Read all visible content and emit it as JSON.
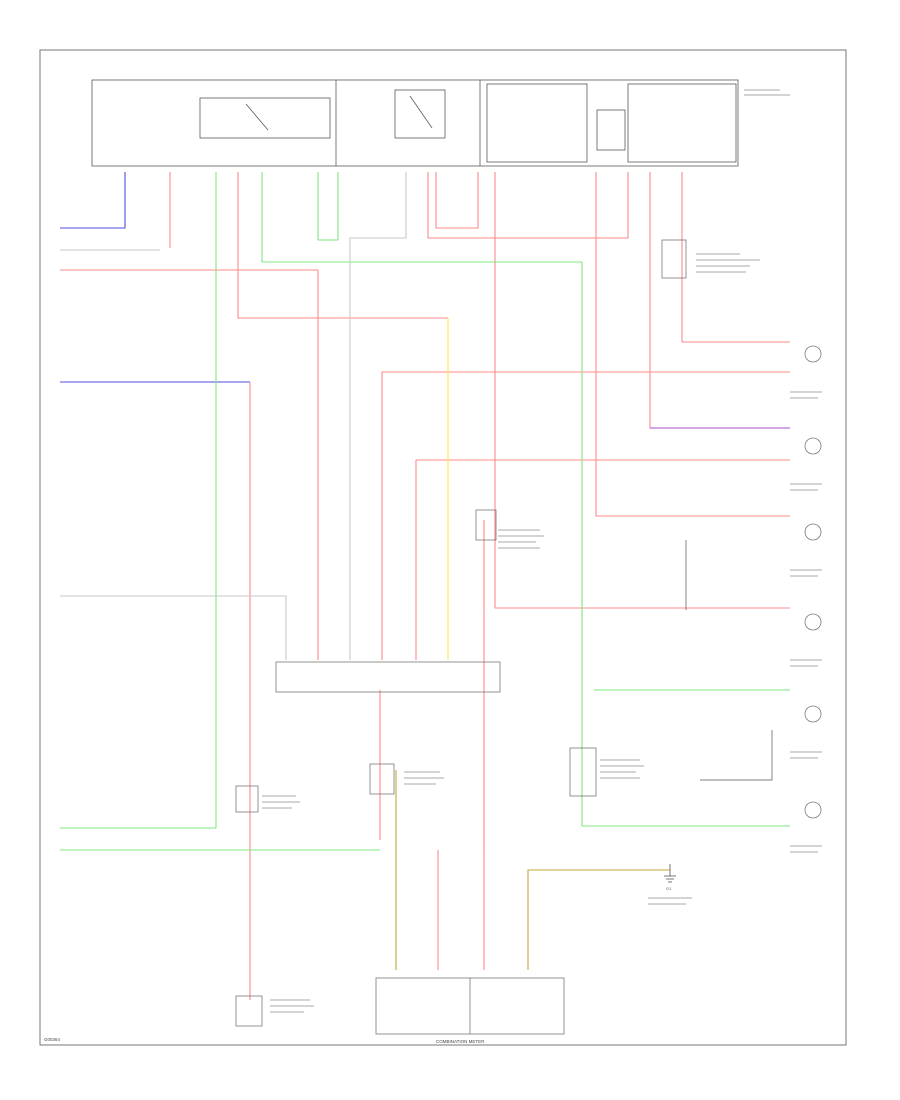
{
  "diagram": {
    "footer_code": "G00364",
    "bottom_caption": "COMBINATION METER",
    "ground_label": "G1",
    "colors": {
      "red": "#ff8a8a",
      "green": "#7ee87e",
      "blue": "#4f4fe0",
      "yellow": "#ffe34d",
      "tan": "#c9a53a",
      "purple": "#a24fc8",
      "gray": "#c8c8c8",
      "frame": "#5a5a5a"
    }
  }
}
